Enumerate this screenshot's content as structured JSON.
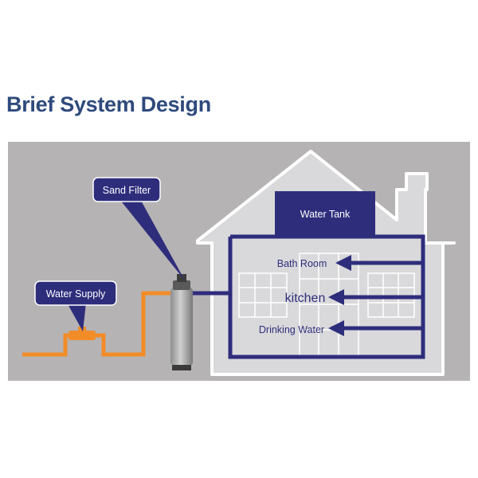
{
  "title": "Brief System Design",
  "labels": {
    "sand_filter": "Sand Filter",
    "water_supply": "Water Supply",
    "water_tank": "Water Tank",
    "bath_room": "Bath Room",
    "kitchen": "kitchen",
    "drinking_water": "Drinking Water"
  },
  "colors": {
    "background_panel": "#b5b3b4",
    "house": "#d9d9db",
    "house_outline": "#ffffff",
    "pipe_main": "#2e2d7c",
    "pipe_supply": "#f28c28",
    "callout": "#2e2d7c",
    "title": "#2e4a7c",
    "filter_body": "#a8a8a8"
  }
}
